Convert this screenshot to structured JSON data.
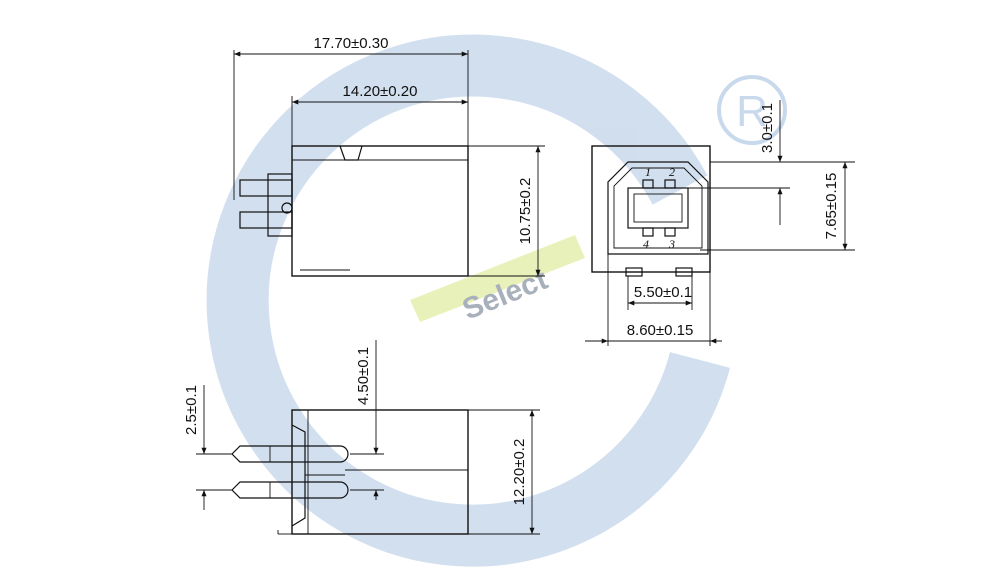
{
  "watermark": {
    "text": "Select",
    "colors": {
      "ring": "#c9d9ec",
      "band": "#e6efb0",
      "text": "#9aa4b0"
    }
  },
  "registered_mark": {
    "symbol": "R"
  },
  "top_view": {
    "overall_length": "17.70±0.30",
    "body_length": "14.20±0.20",
    "body_height": "10.75±0.2"
  },
  "front_view": {
    "pin_labels": [
      "1",
      "2",
      "4",
      "3"
    ],
    "top_offset": "3.0±0.1",
    "pin_row_height": "7.65±0.15",
    "pin_spacing": "5.50±0.1",
    "body_width": "8.60±0.15"
  },
  "side_view": {
    "pin_pitch": "2.5±0.1",
    "pin_offset": "4.50±0.1",
    "body_height": "12.20±0.2"
  }
}
